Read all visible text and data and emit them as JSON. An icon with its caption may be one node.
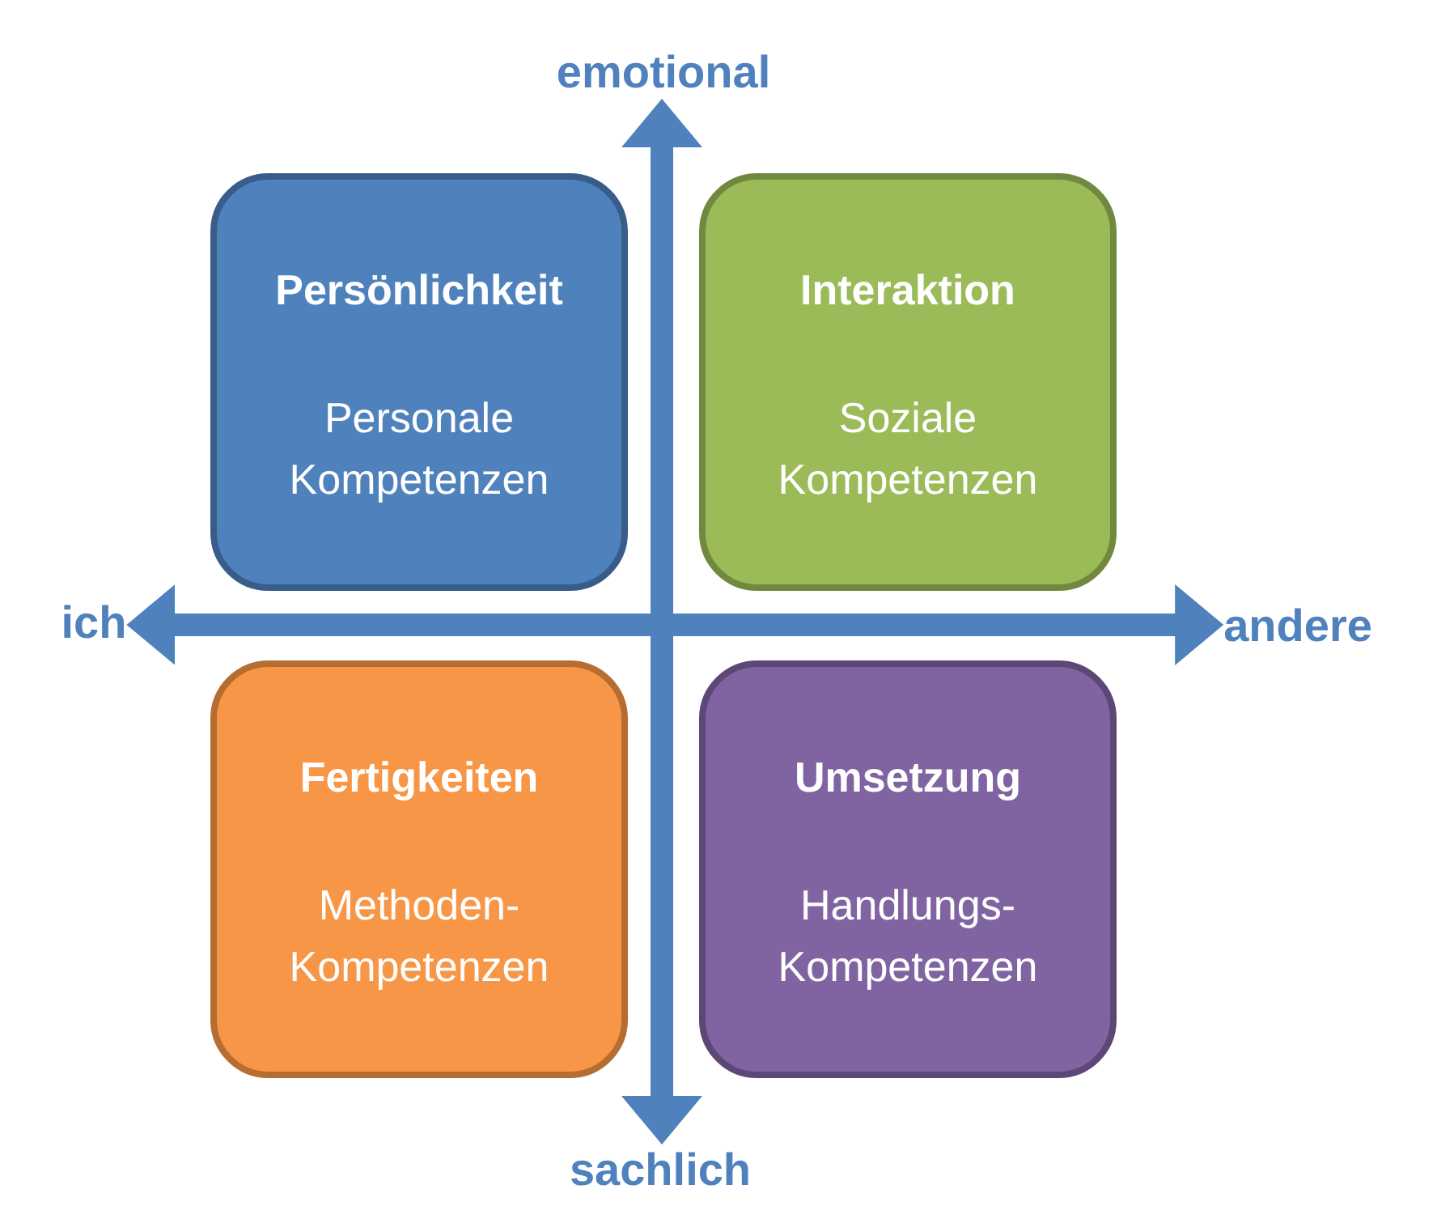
{
  "diagram": {
    "nodes": [
      {
        "text": [
          "Persönlichkeit",
          "Personale Kompetenzen"
        ]
      },
      {
        "text": [
          "Interaktion",
          "Soziale Kompetenzen"
        ]
      },
      {
        "text": [
          "Fertigkeiten",
          "Methoden- Kompetenzen"
        ]
      },
      {
        "text": [
          "Umsetzung",
          "Handlungs- Kompetenzen"
        ]
      },
      {
        "text": [
          "emotional"
        ]
      },
      {
        "text": [
          "ich"
        ]
      },
      {
        "text": [
          "andere"
        ]
      },
      {
        "text": [
          "sachlich"
        ]
      }
    ],
    "edges": [
      {
        "from": 4,
        "to": 7,
        "arrow": "both"
      },
      {
        "from": 5,
        "to": 6,
        "arrow": "both"
      }
    ]
  }
}
